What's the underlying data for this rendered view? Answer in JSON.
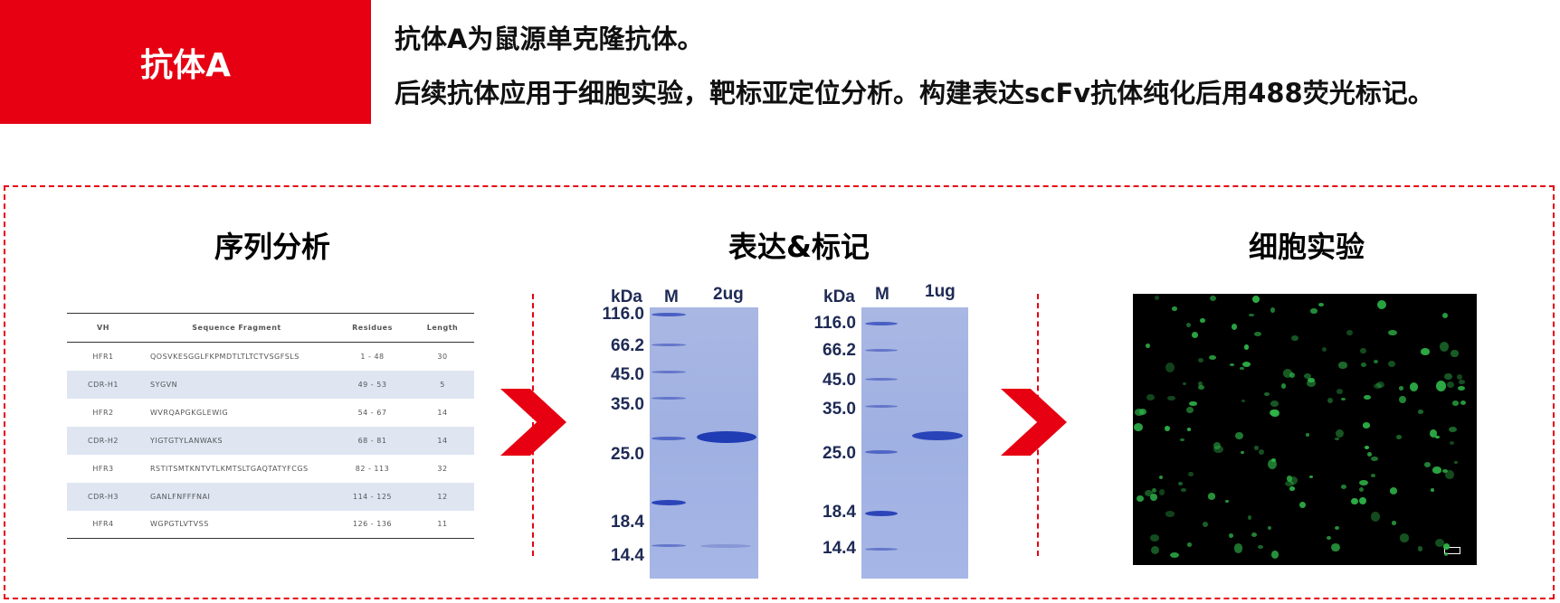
{
  "header": {
    "title": "抗体A",
    "line1": "抗体A为鼠源单克隆抗体。",
    "line2": "后续抗体应用于细胞实验，靶标亚定位分析。构建表达scFv抗体纯化后用488荧光标记。"
  },
  "sections": {
    "seq_title": "序列分析",
    "expr_title": "表达&标记",
    "cell_title": "细胞实验"
  },
  "table": {
    "headers": [
      "VH",
      "Sequence Fragment",
      "Residues",
      "Length"
    ],
    "rows": [
      [
        "HFR1",
        "QOSVKESGGLFKPMDTLTLTCTVSGFSLS",
        "1 - 48",
        "30"
      ],
      [
        "CDR-H1",
        "SYGVN",
        "49 - 53",
        "5"
      ],
      [
        "HFR2",
        "WVRQAPGKGLEWIG",
        "54 - 67",
        "14"
      ],
      [
        "CDR-H2",
        "YIGTGTYLANWAKS",
        "68 - 81",
        "14"
      ],
      [
        "HFR3",
        "RSTITSMTKNTVTLKMTSLTGAQTATYFCGS",
        "82 - 113",
        "32"
      ],
      [
        "CDR-H3",
        "GANLFNFFFNAI",
        "114 - 125",
        "12"
      ],
      [
        "HFR4",
        "WGPGTLVTVSS",
        "126 - 136",
        "11"
      ]
    ]
  },
  "gel1": {
    "kda_label": "kDa",
    "m_label": "M",
    "lane_label": "2ug",
    "markers": [
      "116.0",
      "66.2",
      "45.0",
      "35.0",
      "25.0",
      "18.4",
      "14.4"
    ]
  },
  "gel2": {
    "kda_label": "kDa",
    "m_label": "M",
    "lane_label": "1ug",
    "markers": [
      "116.0",
      "66.2",
      "45.0",
      "35.0",
      "25.0",
      "18.4",
      "14.4"
    ]
  },
  "colors": {
    "accent": "#e60012",
    "gel_blue": "#a4b4e4",
    "band_blue": "#2b44b8",
    "fluor_green": "#2fb84a"
  }
}
